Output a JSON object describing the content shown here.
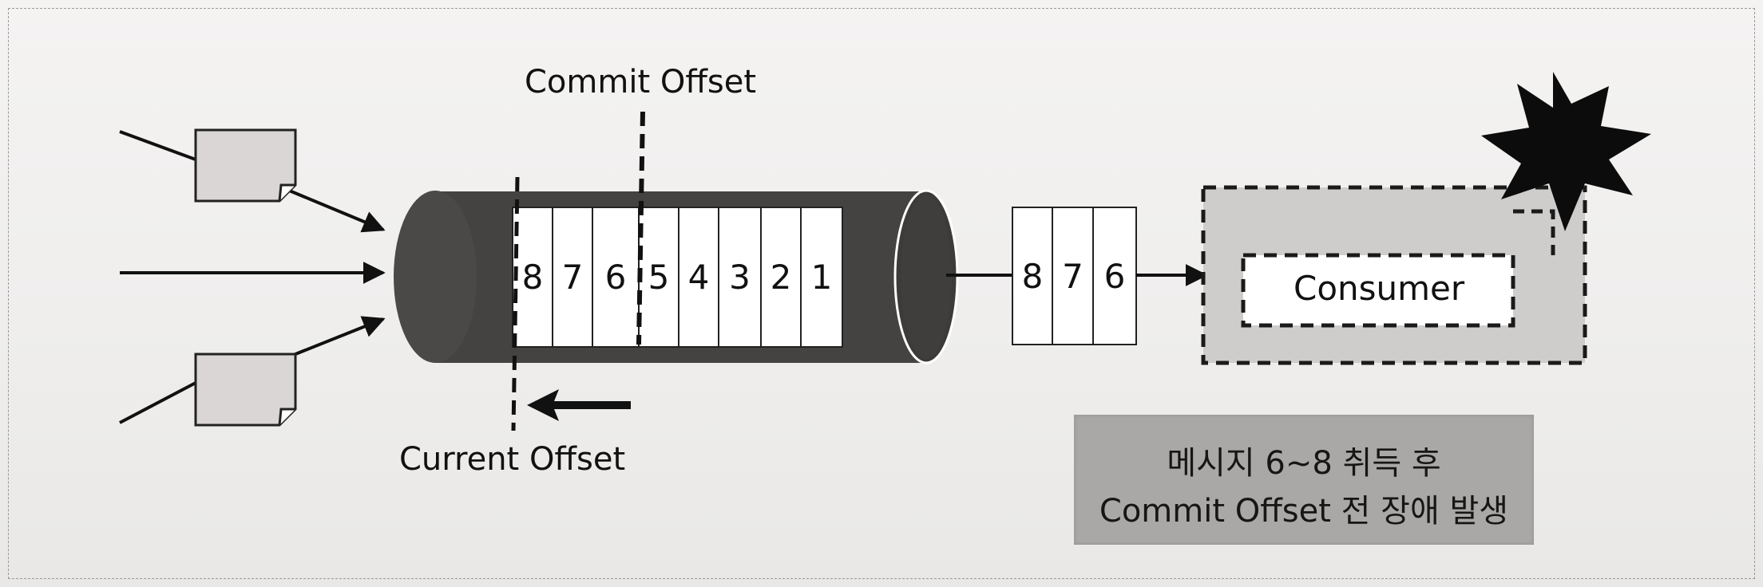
{
  "labels": {
    "commit_offset": "Commit Offset",
    "current_offset": "Current Offset",
    "consumer": "Consumer"
  },
  "topic_messages": [
    "8",
    "7",
    "6",
    "5",
    "4",
    "3",
    "2",
    "1"
  ],
  "fetched_messages": [
    "8",
    "7",
    "6"
  ],
  "caption": {
    "line1": "메시지 6~8 취득 후",
    "line2": "Commit Offset 전 장애 발생"
  },
  "icons": [
    "message-document-icon",
    "failure-burst-icon",
    "arrow-left-icon"
  ]
}
